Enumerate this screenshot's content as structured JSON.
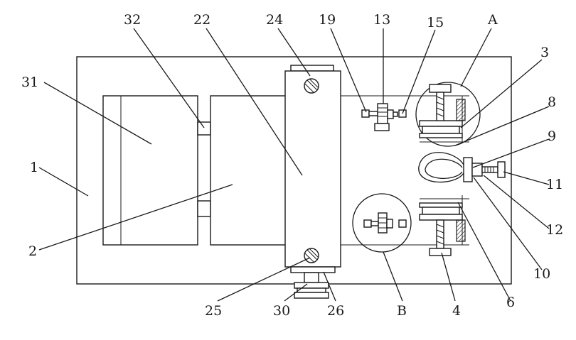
{
  "labels": [
    {
      "id": "32",
      "text": "32"
    },
    {
      "id": "22",
      "text": "22"
    },
    {
      "id": "24",
      "text": "24"
    },
    {
      "id": "19",
      "text": "19"
    },
    {
      "id": "13",
      "text": "13"
    },
    {
      "id": "15",
      "text": "15"
    },
    {
      "id": "A",
      "text": "A"
    },
    {
      "id": "3",
      "text": "3"
    },
    {
      "id": "31",
      "text": "31"
    },
    {
      "id": "8",
      "text": "8"
    },
    {
      "id": "9",
      "text": "9"
    },
    {
      "id": "1",
      "text": "1"
    },
    {
      "id": "11",
      "text": "11"
    },
    {
      "id": "2",
      "text": "2"
    },
    {
      "id": "12",
      "text": "12"
    },
    {
      "id": "10",
      "text": "10"
    },
    {
      "id": "25",
      "text": "25"
    },
    {
      "id": "30",
      "text": "30"
    },
    {
      "id": "26",
      "text": "26"
    },
    {
      "id": "B",
      "text": "B"
    },
    {
      "id": "4",
      "text": "4"
    },
    {
      "id": "6",
      "text": "6"
    }
  ],
  "colors": {
    "line": "#1a1a1a",
    "background": "#ffffff"
  }
}
